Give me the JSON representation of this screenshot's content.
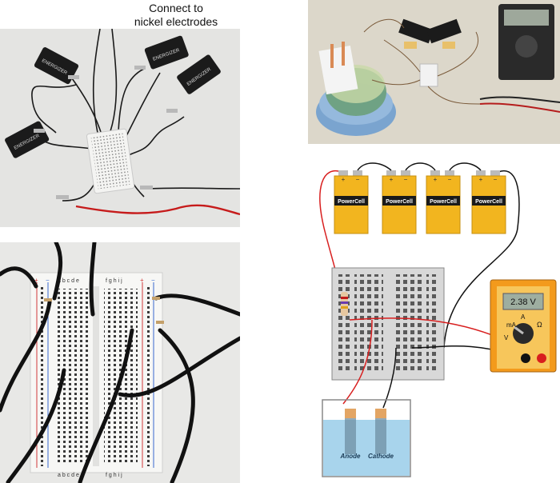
{
  "caption": {
    "line1": "Connect to",
    "line2": "nickel electrodes"
  },
  "battery_brand": "ENERGIZER",
  "diagram": {
    "battery_label": "PowerCell",
    "plus_sign": "+",
    "minus_sign": "−",
    "meter_reading": "2.38 V",
    "meter_ma": "mA",
    "meter_a": "A",
    "meter_v": "V",
    "meter_ohm": "Ω",
    "anode_label": "Anode",
    "cathode_label": "Cathode"
  },
  "breadboard_photo": {
    "columns_left": "a b c d e",
    "columns_right": "f g h i j",
    "rail_plus": "+",
    "rail_minus": "−"
  },
  "colors": {
    "battery_yellow": "#f2b51f",
    "battery_black": "#1a1a1a",
    "red_wire": "#d81e1e",
    "meter_orange": "#f39a1c",
    "water_blue": "#a8d4ec"
  }
}
